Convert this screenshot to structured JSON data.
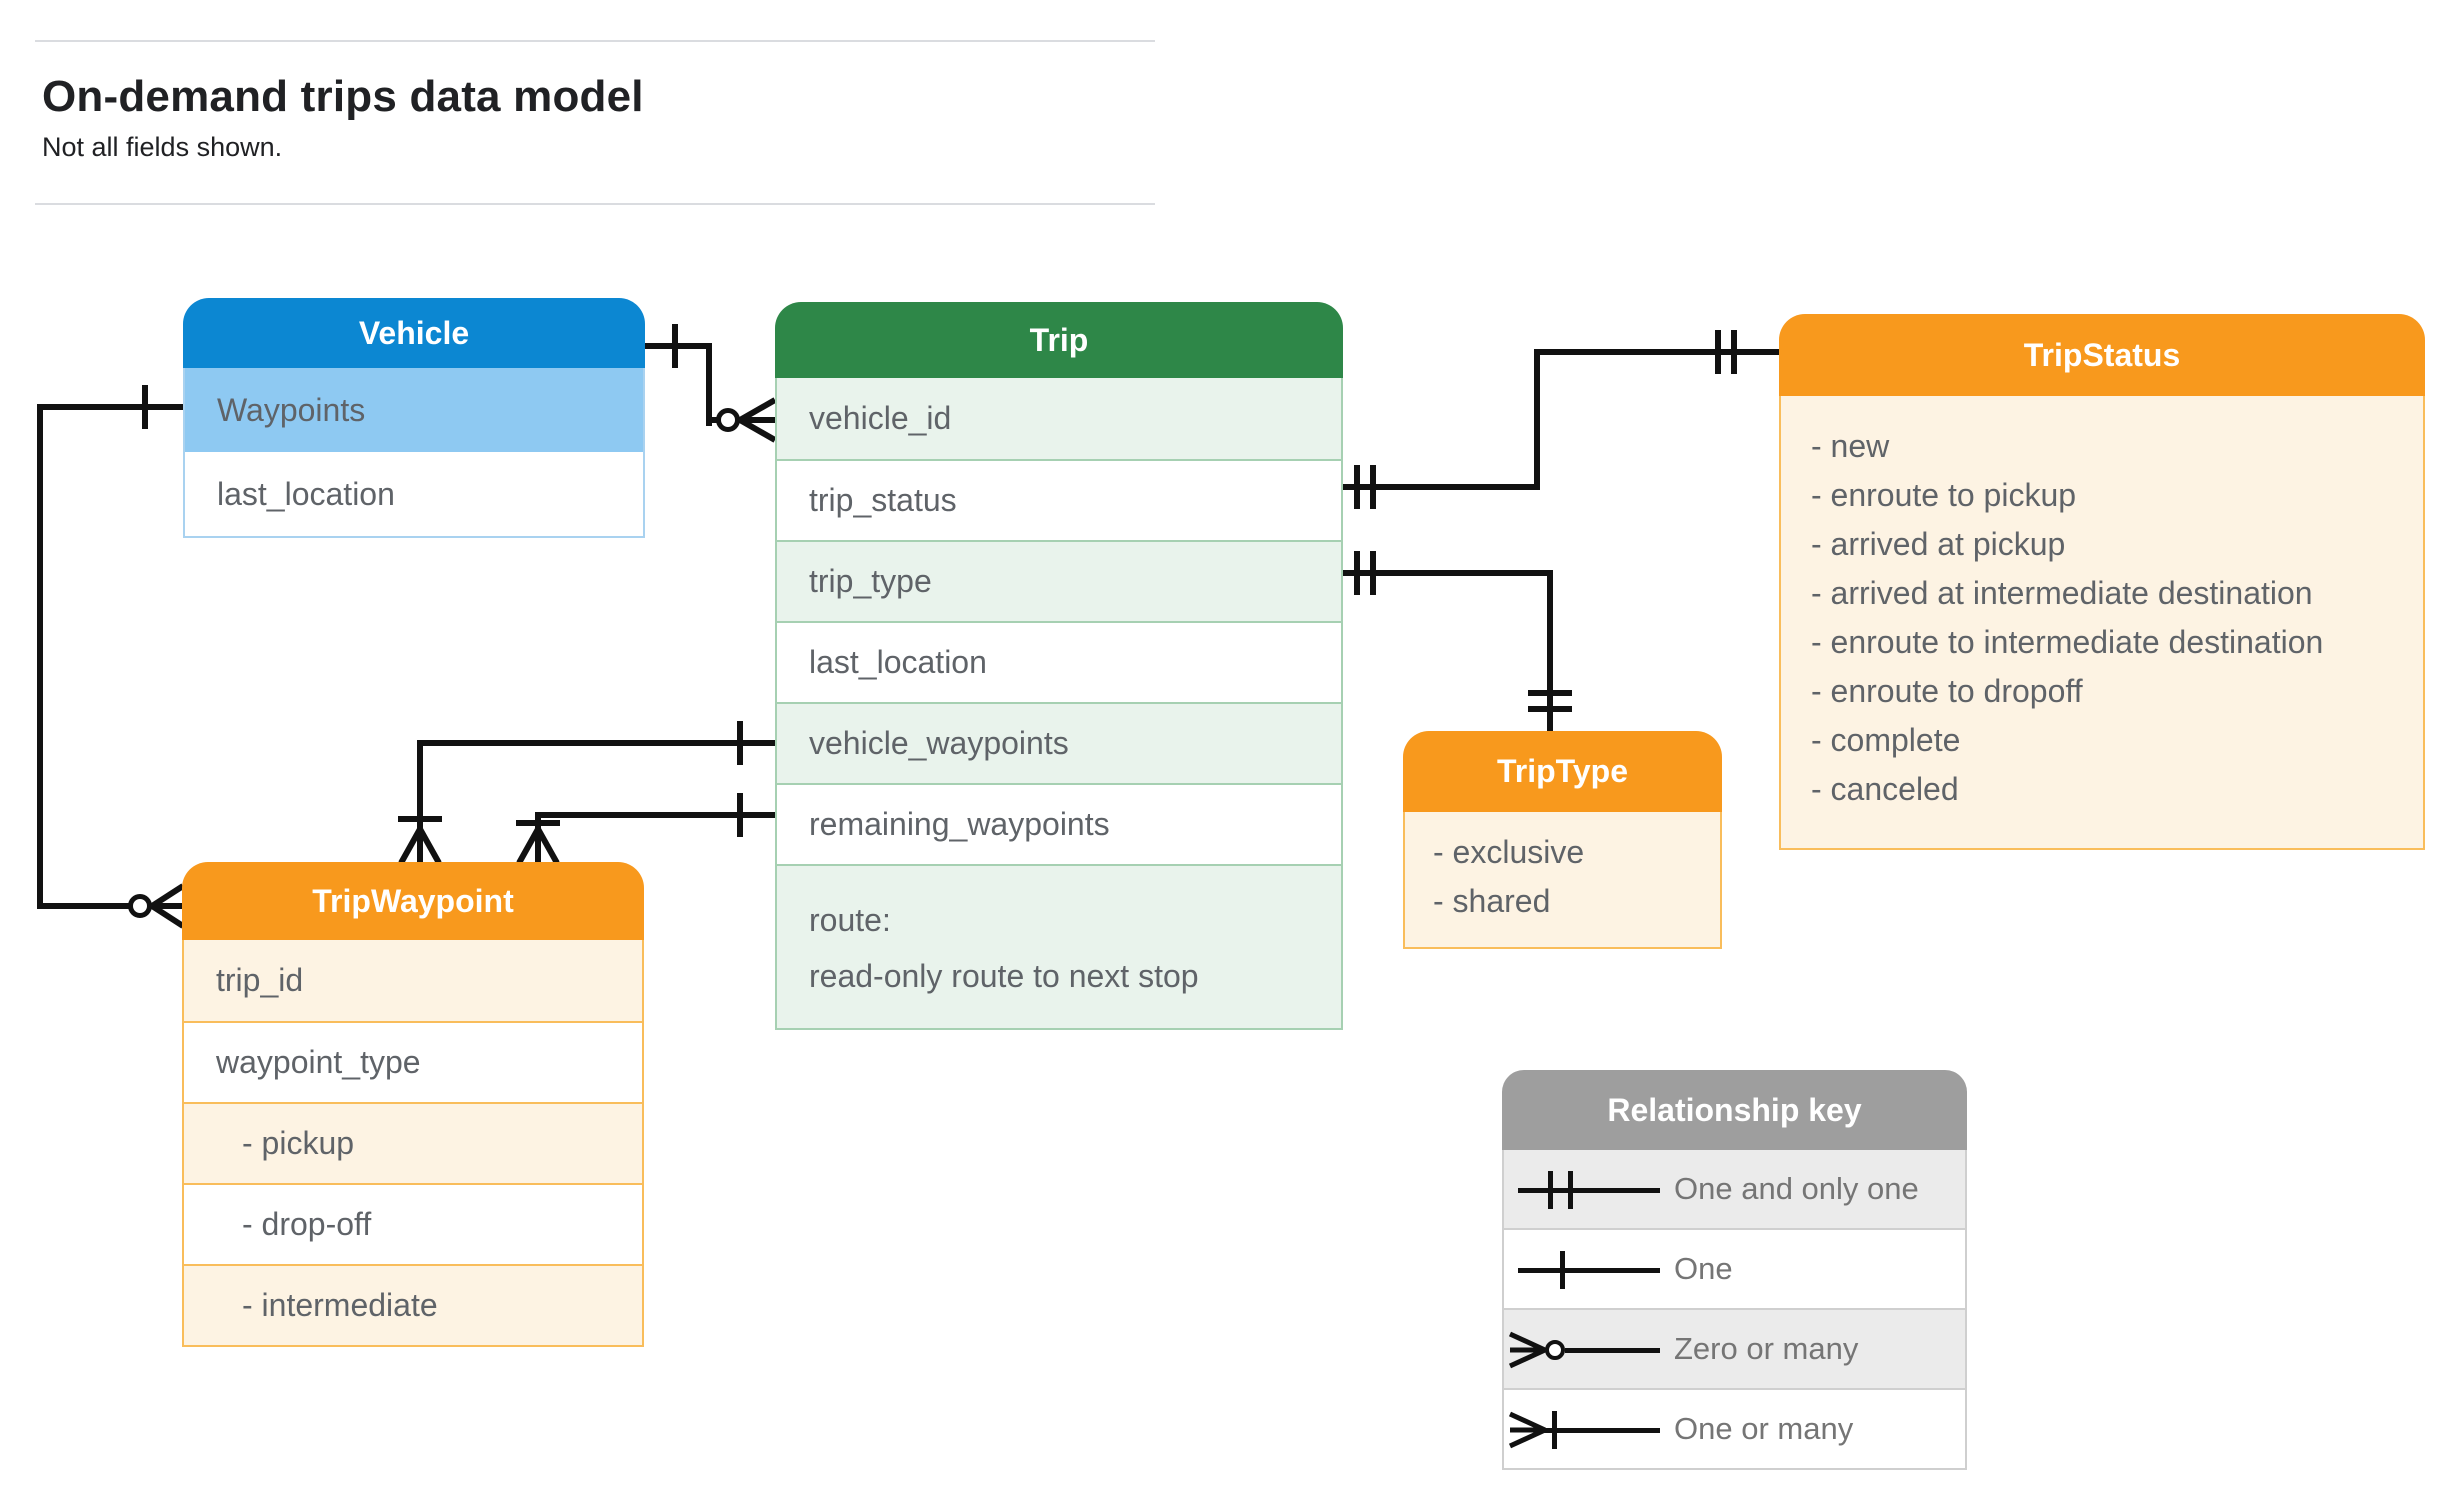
{
  "page": {
    "title": "On-demand trips data model",
    "subtitle": "Not all fields shown."
  },
  "entities": {
    "vehicle": {
      "title": "Vehicle",
      "rows": [
        "Waypoints",
        "last_location"
      ]
    },
    "trip": {
      "title": "Trip",
      "rows": [
        "vehicle_id",
        "trip_status",
        "trip_type",
        "last_location",
        "vehicle_waypoints",
        "remaining_waypoints"
      ],
      "route": {
        "line1": "route:",
        "line2": "read-only route to next stop"
      }
    },
    "trip_status": {
      "title": "TripStatus",
      "items": [
        "- new",
        "- enroute to pickup",
        "- arrived at pickup",
        "- arrived at intermediate destination",
        "- enroute to intermediate destination",
        "- enroute to dropoff",
        "- complete",
        "- canceled"
      ]
    },
    "trip_type": {
      "title": "TripType",
      "items": [
        "- exclusive",
        "- shared"
      ]
    },
    "trip_waypoint": {
      "title": "TripWaypoint",
      "rows": [
        "trip_id",
        "waypoint_type",
        "- pickup",
        "- drop-off",
        "- intermediate"
      ]
    }
  },
  "legend": {
    "title": "Relationship key",
    "rows": [
      {
        "symbol": "one-and-only-one",
        "label": "One and only one"
      },
      {
        "symbol": "one",
        "label": "One"
      },
      {
        "symbol": "zero-or-many",
        "label": "Zero or many"
      },
      {
        "symbol": "one-or-many",
        "label": "One or many"
      }
    ]
  },
  "relationships": [
    {
      "from": "Vehicle",
      "from_cardinality": "one",
      "to": "Trip.vehicle_id",
      "to_cardinality": "zero-or-many"
    },
    {
      "from": "Vehicle.Waypoints",
      "from_cardinality": "one",
      "to": "TripWaypoint",
      "to_cardinality": "zero-or-many"
    },
    {
      "from": "Trip.trip_status",
      "from_cardinality": "one-and-only-one",
      "to": "TripStatus",
      "to_cardinality": "one-and-only-one"
    },
    {
      "from": "Trip.trip_type",
      "from_cardinality": "one-and-only-one",
      "to": "TripType",
      "to_cardinality": "one-and-only-one"
    },
    {
      "from": "Trip.vehicle_waypoints",
      "from_cardinality": "one",
      "to": "TripWaypoint",
      "to_cardinality": "one-or-many"
    },
    {
      "from": "Trip.remaining_waypoints",
      "from_cardinality": "one",
      "to": "TripWaypoint",
      "to_cardinality": "one-or-many"
    }
  ],
  "colors": {
    "vehicle_header": "#0c87d2",
    "vehicle_key_row": "#8ec9f2",
    "trip_header": "#2e8748",
    "trip_alt_row": "#e9f3ec",
    "enum_header": "#f8991d",
    "enum_body": "#fdf3e3",
    "legend_header": "#9e9e9e",
    "legend_alt_row": "#ebebeb",
    "field_text": "#5f6368",
    "line": "#111111"
  }
}
